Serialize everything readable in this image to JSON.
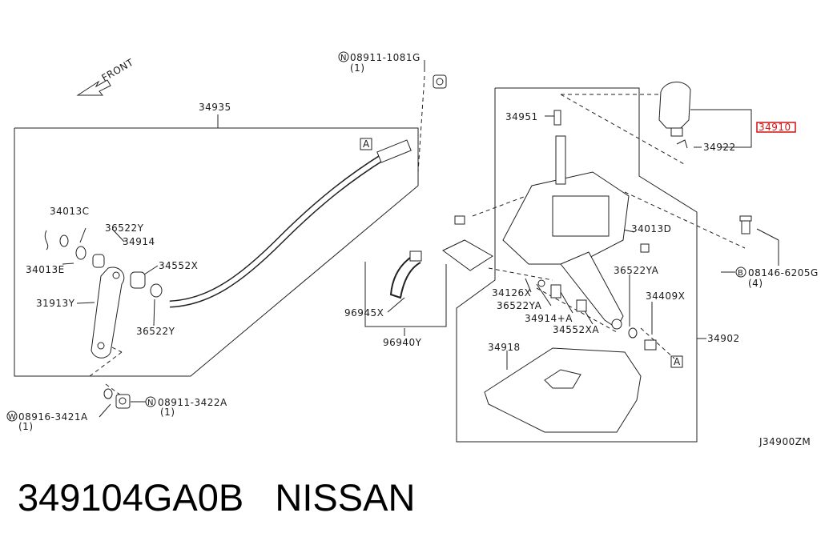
{
  "diagram": {
    "front_label": "FRONT",
    "callouts": {
      "p34935": "34935",
      "p08911_1081G": "08911-1081G",
      "p08911_1081G_qty": "(1)",
      "p34951": "34951",
      "p34910": "34910",
      "p34922": "34922",
      "p34013C": "34013C",
      "p36522Y_top": "36522Y",
      "p34914": "34914",
      "p34013E": "34013E",
      "p34552X": "34552X",
      "p31913Y": "31913Y",
      "p36522Y_bottom": "36522Y",
      "p34013D": "34013D",
      "p08146_6205G": "08146-6205G",
      "p08146_6205G_qty": "(4)",
      "p36522YA_right": "36522YA",
      "p34126X": "34126X",
      "p36522YA_left": "36522YA",
      "p34409X": "34409X",
      "p96945X": "96945X",
      "p34914A": "34914+A",
      "p34552XA": "34552XA",
      "p34902": "34902",
      "p96940Y": "96940Y",
      "p34918": "34918",
      "p08911_3422A": "08911-3422A",
      "p08911_3422A_qty": "(1)",
      "p08916_3421A": "08916-3421A",
      "p08916_3421A_qty": "(1)"
    },
    "markers": {
      "A1": "A",
      "A2": "A",
      "N": "N",
      "B": "B",
      "W": "W"
    },
    "diagram_code": "J34900ZM",
    "highlight_color": "#d11111"
  },
  "caption": {
    "part_number": "349104GA0B",
    "brand": "NISSAN"
  }
}
